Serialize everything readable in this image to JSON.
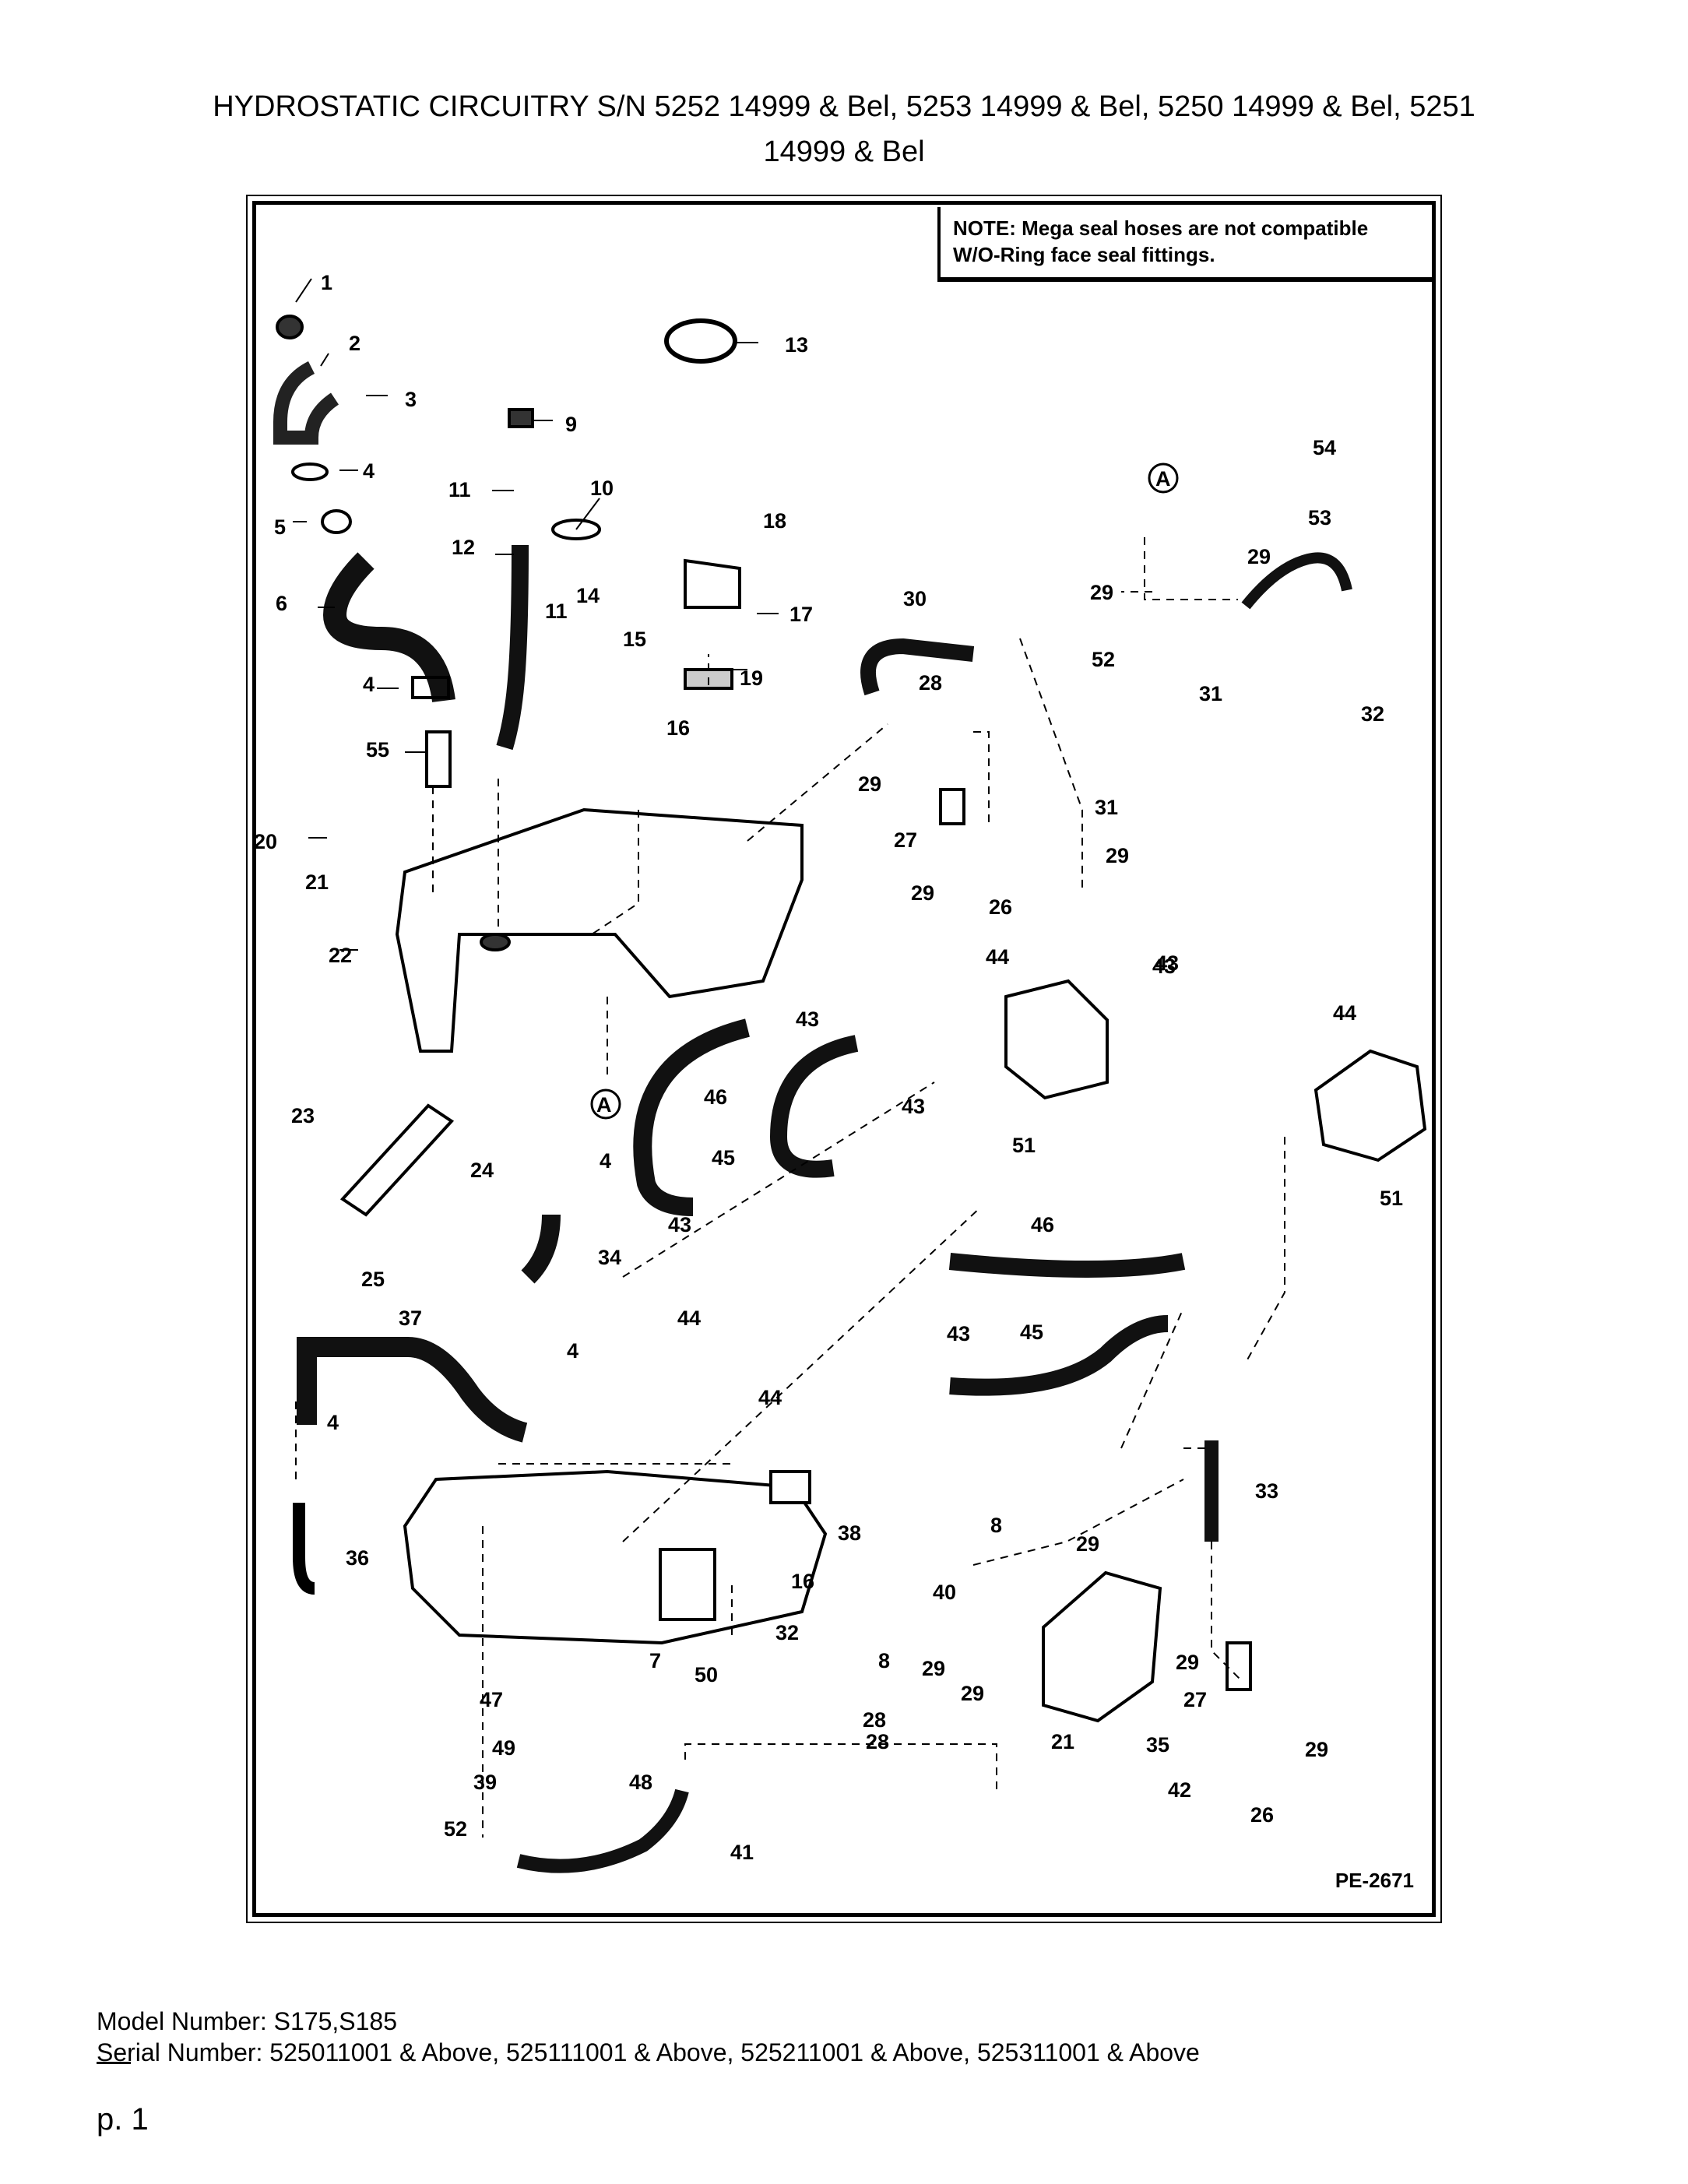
{
  "title_line1": "HYDROSTATIC CIRCUITRY S/N 5252 14999 & Bel, 5253 14999 & Bel, 5250 14999 & Bel, 5251",
  "title_line2": "14999 & Bel",
  "note_label": "NOTE:",
  "note_text1": " Mega seal hoses are not compatible",
  "note_text2": "W/O-Ring face seal fittings.",
  "drawing_ref": "PE-2671",
  "model_number": "Model Number: S175,S185",
  "serial_number": "Serial Number: 525011001 & Above, 525111001 & Above, 525211001 & Above, 525311001 & Above",
  "page_label": "p. 1",
  "callouts": [
    "1",
    "2",
    "3",
    "4",
    "5",
    "6",
    "4",
    "55",
    "9",
    "10",
    "11",
    "12",
    "11",
    "13",
    "14",
    "15",
    "16",
    "17",
    "18",
    "19",
    "20",
    "21",
    "22",
    "A",
    "23",
    "24",
    "25",
    "4",
    "34",
    "37",
    "4",
    "4",
    "36",
    "30",
    "28",
    "29",
    "27",
    "29",
    "26",
    "31",
    "29",
    "A",
    "54",
    "53",
    "29",
    "29",
    "52",
    "31",
    "32",
    "44",
    "43",
    "43",
    "46",
    "45",
    "43",
    "51",
    "43",
    "44",
    "51",
    "43",
    "44",
    "46",
    "43",
    "45",
    "44",
    "38",
    "16",
    "33",
    "8",
    "29",
    "40",
    "28",
    "32",
    "8",
    "29",
    "29",
    "7",
    "50",
    "47",
    "49",
    "39",
    "52",
    "48",
    "41",
    "28",
    "21",
    "35",
    "42",
    "27",
    "29",
    "26",
    "29"
  ]
}
